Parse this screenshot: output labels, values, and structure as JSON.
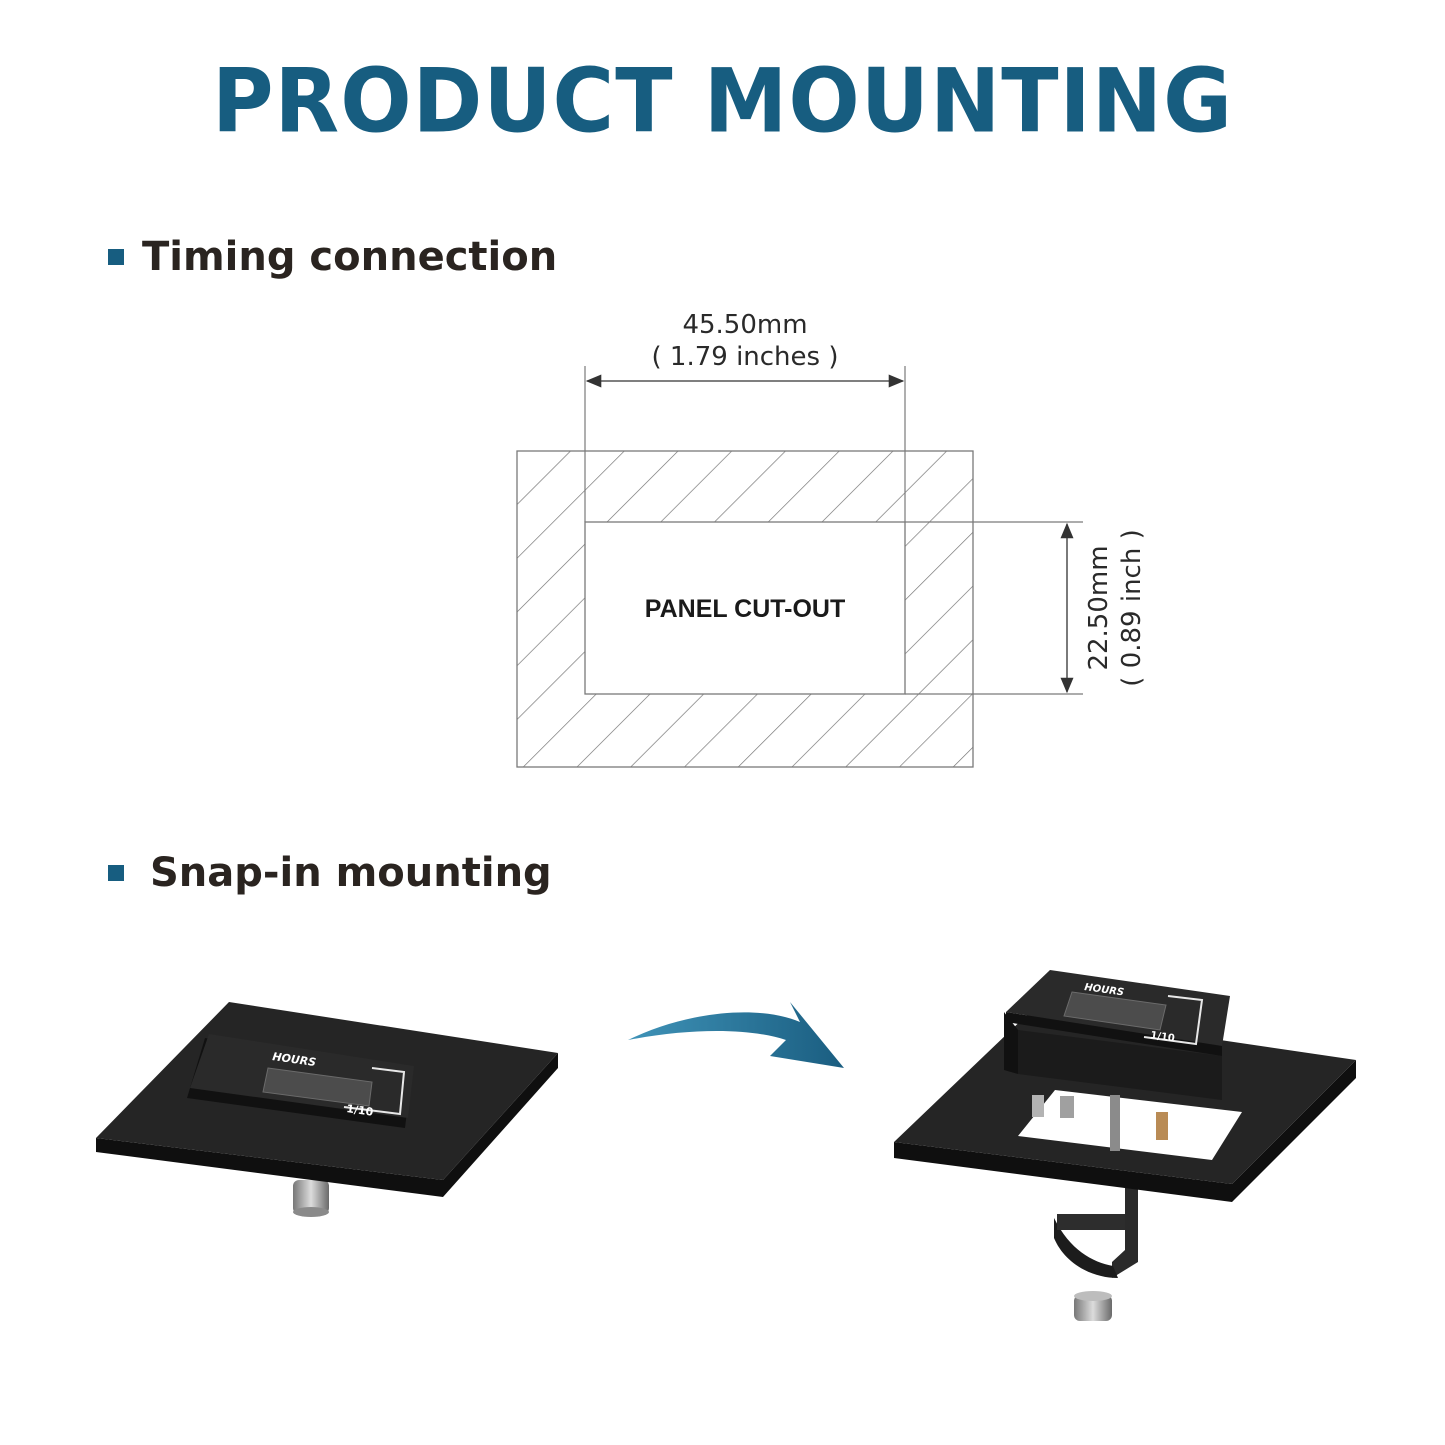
{
  "title": "PRODUCT MOUNTING",
  "sections": [
    {
      "label": "Timing connection"
    },
    {
      "label": "Snap-in mounting"
    }
  ],
  "diagram": {
    "cutout_label": "PANEL CUT-OUT",
    "width_mm": "45.50mm",
    "width_in": "( 1.79 inches )",
    "height_mm": "22.50mm",
    "height_in": "( 0.89 inch )"
  },
  "device": {
    "hours_label": "HOURS",
    "scale_label": "1/10"
  },
  "colors": {
    "accent": "#175d80",
    "panel": "#1c1c1c",
    "text": "#2a2420"
  }
}
